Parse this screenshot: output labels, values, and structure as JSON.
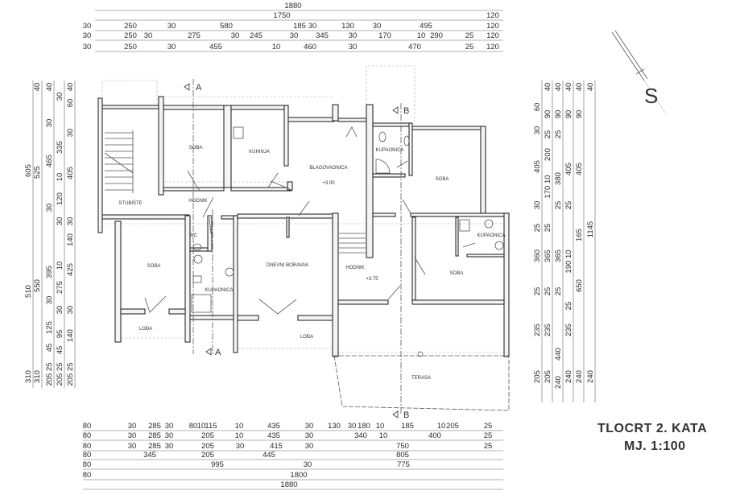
{
  "drawing": {
    "title": "TLOCRT 2. KATA",
    "scale": "MJ.   1:100",
    "north_label": "S",
    "section_a": "A",
    "section_b": "B"
  },
  "rooms": {
    "stairs": "STUBIŠTE",
    "room_nw": "SOBA",
    "kitchen": "KUHINJA",
    "dining": "BLAGOVAONICA",
    "dining_level": "+3.00",
    "bath_ne": "KUPAONICA",
    "room_ne": "SOBA",
    "hall_w": "HODNIK",
    "wc": "WC",
    "room_sw": "SOBA",
    "bath_w": "KUPAONICA",
    "living": "DNEVNI BORAVAK",
    "loggia_w": "LOĐA",
    "loggia_c": "LOĐA",
    "hall_e": "HODNIK",
    "hall_level": "+3.75",
    "bath_se": "KUPAONICA",
    "room_se": "SOBA",
    "terrace": "TERASA"
  },
  "dimensions": {
    "top": [
      [
        "1880"
      ],
      [
        "1750",
        "120"
      ],
      [
        "30",
        "250",
        "30",
        "580",
        "185",
        "30",
        "130",
        "30",
        "495",
        "120"
      ],
      [
        "30",
        "250",
        "30",
        "275",
        "30",
        "245",
        "30",
        "345",
        "30",
        "170",
        "10",
        "290",
        "25",
        "120"
      ],
      [
        "30",
        "250",
        "30",
        "455",
        "10",
        "460",
        "30",
        "470",
        "25",
        "120"
      ]
    ],
    "bottom": [
      [
        "80",
        "30",
        "285",
        "30",
        "80",
        "10",
        "115",
        "10",
        "435",
        "30",
        "130",
        "30",
        "180",
        "10",
        "185",
        "10",
        "205",
        "25"
      ],
      [
        "80",
        "30",
        "285",
        "30",
        "205",
        "10",
        "435",
        "30",
        "340",
        "10",
        "400",
        "25"
      ],
      [
        "80",
        "30",
        "285",
        "30",
        "205",
        "30",
        "415",
        "30",
        "750",
        "25"
      ],
      [
        "80",
        "345",
        "205",
        "445",
        "805"
      ],
      [
        "80",
        "995",
        "30",
        "775"
      ],
      [
        "80",
        "1800"
      ],
      [
        "1880"
      ]
    ],
    "left": [
      [
        "605",
        "510",
        "310"
      ],
      [
        "40",
        "525",
        "550",
        "310"
      ],
      [
        "40",
        "30",
        "465",
        "30",
        "395",
        "30",
        "125",
        "45",
        "205 25"
      ],
      [
        "30",
        "335",
        "10",
        "120",
        "30",
        "10",
        "275",
        "30",
        "95",
        "45",
        "205 25"
      ],
      [
        "40",
        "60",
        "30",
        "405",
        "30",
        "140",
        "425",
        "30",
        "140",
        "205 25"
      ]
    ],
    "right": [
      [
        "60",
        "30",
        "405",
        "30",
        "25",
        "360",
        "25",
        "235",
        "205"
      ],
      [
        "40",
        "90",
        "25",
        "200",
        "170 10",
        "25",
        "365",
        "25",
        "235",
        "205"
      ],
      [
        "40",
        "90",
        "25",
        "380",
        "25",
        "365",
        "25",
        "440",
        "240"
      ],
      [
        "40",
        "90",
        "405",
        "25",
        "190 10",
        "25",
        "235",
        "240"
      ],
      [
        "40",
        "90",
        "405",
        "165",
        "650",
        "240"
      ],
      [
        "40",
        "1145",
        "240"
      ]
    ]
  }
}
